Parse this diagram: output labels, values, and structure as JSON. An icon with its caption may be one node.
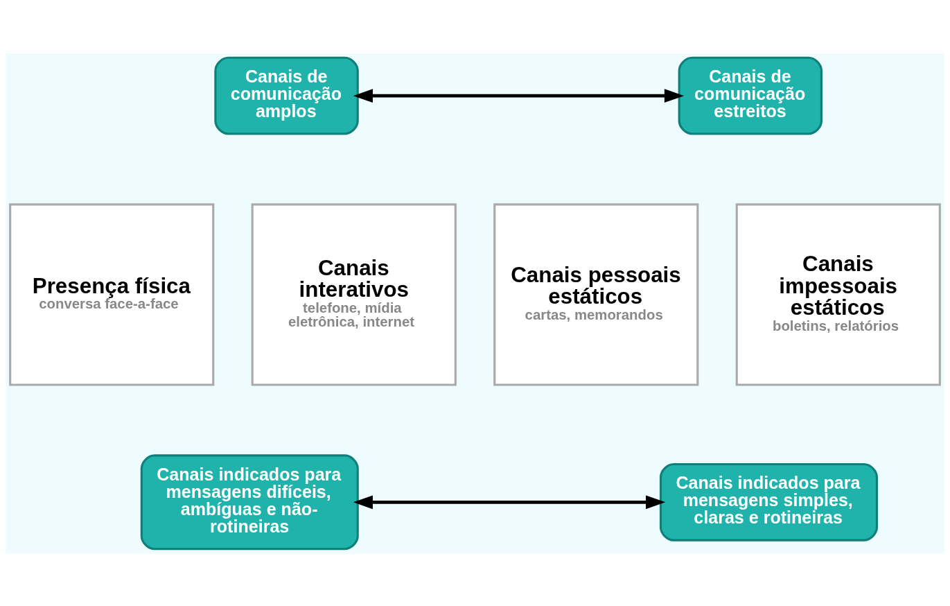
{
  "diagram": {
    "nodes": [
      {
        "text": [
          "Canais de comunicação amplos"
        ]
      },
      {
        "text": [
          "Canais de comunicação estreitos"
        ]
      },
      {
        "text": [
          "Presença física",
          "conversa face-a-face"
        ]
      },
      {
        "text": [
          "Canais interativos",
          "telefone, mídia eletrônica, internet"
        ]
      },
      {
        "text": [
          "Canais pessoais estáticos",
          "cartas, memorandos"
        ]
      },
      {
        "text": [
          "Canais impessoais estáticos",
          "boletins, relatórios"
        ]
      },
      {
        "text": [
          "Canais indicados para mensagens difíceis, ambíguas e não-rotineiras"
        ]
      },
      {
        "text": [
          "Canais indicados para mensagens simples, claras e rotineiras"
        ]
      }
    ],
    "edges": [
      {
        "from": 0,
        "to": 1,
        "arrow": "both"
      },
      {
        "from": 6,
        "to": 7,
        "arrow": "both"
      }
    ]
  }
}
